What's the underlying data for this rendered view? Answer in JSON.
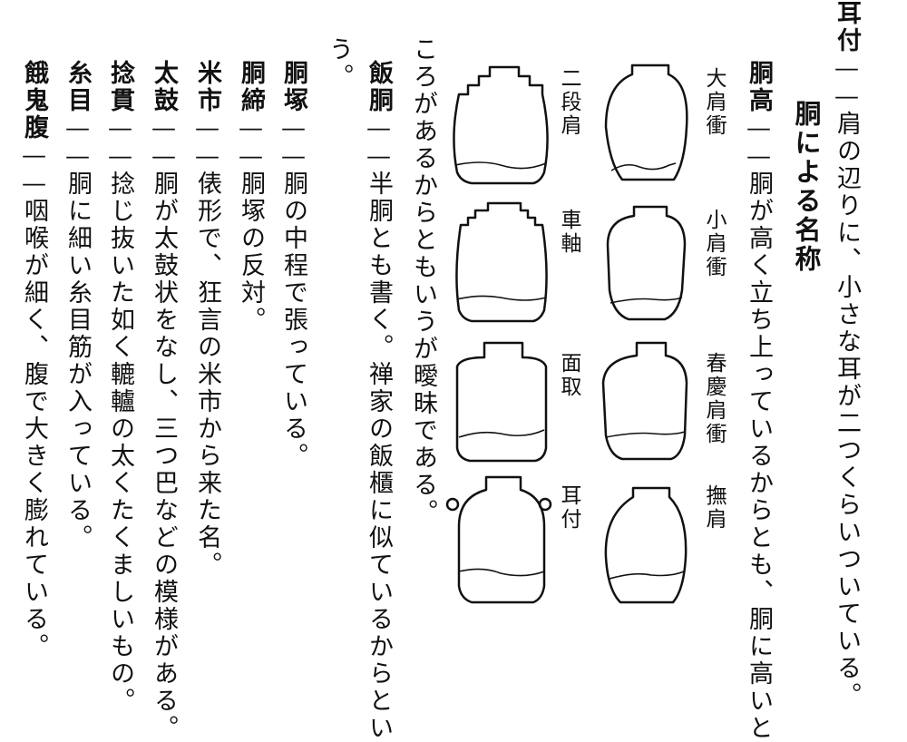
{
  "intro": {
    "term": "耳付",
    "dash": "——",
    "text": "肩の辺りに、小さな耳が二つくらいついている。"
  },
  "heading": "胴による名称",
  "entries": [
    {
      "term": "胴高",
      "dash": "——",
      "line1": "胴が高く立ち上っているからとも、胴に高いと",
      "line2": "ころがあるからともいうが曖昧である。"
    },
    {
      "term": "飯胴",
      "dash": "——",
      "line1": "半胴とも書く。禅家の飯櫃に似ているからとい",
      "line2": "う。"
    },
    {
      "term": "胴塚",
      "dash": "——",
      "text": "胴の中程で張っている。"
    },
    {
      "term": "胴締",
      "dash": "——",
      "text": "胴塚の反対。"
    },
    {
      "term": "米市",
      "dash": "——",
      "text": "俵形で、狂言の米市から来た名。"
    },
    {
      "term": "太鼓",
      "dash": "——",
      "text": "胴が太鼓状をなし、三つ巴などの模様がある。"
    },
    {
      "term": "捻貫",
      "dash": "——",
      "text": "捻じ抜いた如く轆轤の太くたくましいもの。"
    },
    {
      "term": "糸目",
      "dash": "——",
      "text": "胴に細い糸目筋が入っている。"
    },
    {
      "term": "餓鬼腹",
      "dash": "——",
      "text": "咽喉が細く、腹で大きく膨れている。"
    }
  ],
  "pot_labels": [
    "大肩衝",
    "小肩衝",
    "春慶肩衝",
    "撫肩",
    "二段肩",
    "車軸",
    "面取",
    "耳付"
  ]
}
